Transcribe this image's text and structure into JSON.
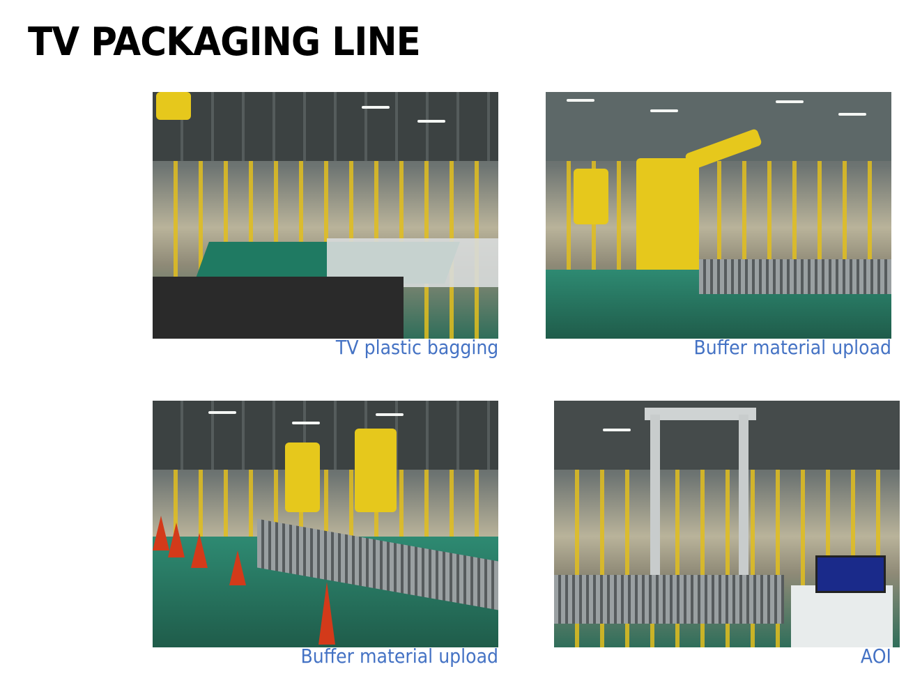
{
  "title": "TV PACKAGING LINE",
  "photos": [
    {
      "caption": "TV plastic bagging"
    },
    {
      "caption": "Buffer material upload"
    },
    {
      "caption": "Buffer material upload"
    },
    {
      "caption": "AOI"
    }
  ],
  "colors": {
    "caption": "#4472c4",
    "title": "#000000"
  }
}
